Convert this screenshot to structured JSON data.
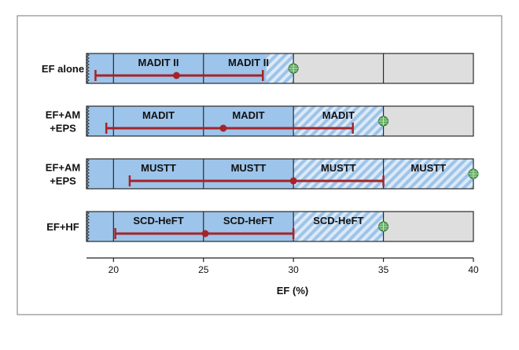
{
  "chart_data": {
    "type": "bar",
    "xlabel": "EF (%)",
    "xlim": [
      18.5,
      40
    ],
    "xticks": [
      20,
      25,
      30,
      35,
      40
    ],
    "colors": {
      "solid": "#9dc4ea",
      "hatch": "#9dc4ea",
      "empty": "#dedede",
      "interval": "#a52428",
      "marker_fill": "#5aa85a",
      "marker_stroke": "#2e6b2e",
      "border": "#2a2a2a",
      "frame": "#777777"
    },
    "rows": [
      {
        "label_lines": [
          "EF alone"
        ],
        "solid_end": 28.5,
        "hatched_end": 30,
        "bar_end": 40,
        "segments": [
          {
            "start": 20,
            "end": 25,
            "label": "MADIT II"
          },
          {
            "start": 25,
            "end": 30,
            "label": "MADIT II"
          }
        ],
        "interval": {
          "low": 19,
          "high": 28.3,
          "point": 23.5
        },
        "threshold_marker": 30
      },
      {
        "label_lines": [
          "EF+AM",
          "+EPS"
        ],
        "solid_end": 30,
        "hatched_end": 35,
        "bar_end": 40,
        "segments": [
          {
            "start": 20,
            "end": 25,
            "label": "MADIT"
          },
          {
            "start": 25,
            "end": 30,
            "label": "MADIT"
          },
          {
            "start": 30,
            "end": 35,
            "label": "MADIT"
          }
        ],
        "interval": {
          "low": 19.6,
          "high": 33.3,
          "point": 26.1
        },
        "threshold_marker": 35
      },
      {
        "label_lines": [
          "EF+AM",
          "+EPS"
        ],
        "solid_end": 30,
        "hatched_end": 40,
        "bar_end": 40,
        "segments": [
          {
            "start": 20,
            "end": 25,
            "label": "MUSTT"
          },
          {
            "start": 25,
            "end": 30,
            "label": "MUSTT"
          },
          {
            "start": 30,
            "end": 35,
            "label": "MUSTT"
          },
          {
            "start": 35,
            "end": 40,
            "label": "MUSTT"
          }
        ],
        "interval": {
          "low": 20.9,
          "high": 35,
          "point": 30
        },
        "threshold_marker": 40
      },
      {
        "label_lines": [
          "EF+HF"
        ],
        "solid_end": 30,
        "hatched_end": 35,
        "bar_end": 40,
        "segments": [
          {
            "start": 20,
            "end": 25,
            "label": "SCD-HeFT"
          },
          {
            "start": 25,
            "end": 30,
            "label": "SCD-HeFT"
          },
          {
            "start": 30,
            "end": 35,
            "label": "SCD-HeFT"
          }
        ],
        "interval": {
          "low": 20.1,
          "high": 30,
          "point": 25.1
        },
        "threshold_marker": 35
      }
    ]
  }
}
